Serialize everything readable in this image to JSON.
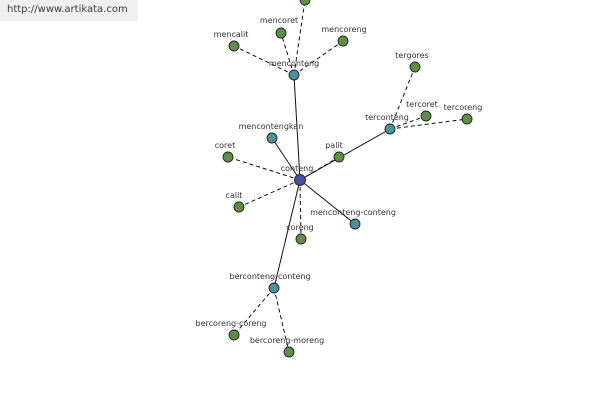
{
  "watermark": "http://www.artikata.com",
  "colors": {
    "root": "#4a4ea6",
    "derived": "#4f8f98",
    "synonym": "#5e8f45",
    "edge": "#111111"
  },
  "graph": {
    "nodes": [
      {
        "id": "conteng",
        "label": "conteng",
        "kind": "root"
      },
      {
        "id": "menconteng",
        "label": "menconteng",
        "kind": "derived"
      },
      {
        "id": "mencalit",
        "label": "mencalit",
        "kind": "synonym"
      },
      {
        "id": "mencoret",
        "label": "mencoret",
        "kind": "synonym"
      },
      {
        "id": "mencoreng",
        "label": "mencoreng",
        "kind": "synonym"
      },
      {
        "id": "unlabeled-top",
        "label": "",
        "kind": "synonym"
      },
      {
        "id": "terconteng",
        "label": "terconteng",
        "kind": "derived"
      },
      {
        "id": "tergores",
        "label": "tergores",
        "kind": "synonym"
      },
      {
        "id": "tercoret",
        "label": "tercoret",
        "kind": "synonym"
      },
      {
        "id": "tercoreng",
        "label": "tercoreng",
        "kind": "synonym"
      },
      {
        "id": "mencontengkan",
        "label": "mencontengkan",
        "kind": "derived"
      },
      {
        "id": "palit",
        "label": "palit",
        "kind": "synonym"
      },
      {
        "id": "coret",
        "label": "coret",
        "kind": "synonym"
      },
      {
        "id": "calit",
        "label": "calit",
        "kind": "synonym"
      },
      {
        "id": "coreng",
        "label": "coreng",
        "kind": "synonym"
      },
      {
        "id": "menconteng-conteng",
        "label": "menconteng-conteng",
        "kind": "derived"
      },
      {
        "id": "berconteng-conteng",
        "label": "berconteng-conteng",
        "kind": "derived"
      },
      {
        "id": "bercoreng-coreng",
        "label": "bercoreng-coreng",
        "kind": "synonym"
      },
      {
        "id": "bercoreng-moreng",
        "label": "bercoreng-moreng",
        "kind": "synonym"
      }
    ],
    "edges": [
      {
        "from": "conteng",
        "to": "menconteng",
        "style": "solid"
      },
      {
        "from": "conteng",
        "to": "terconteng",
        "style": "solid"
      },
      {
        "from": "conteng",
        "to": "mencontengkan",
        "style": "solid"
      },
      {
        "from": "conteng",
        "to": "menconteng-conteng",
        "style": "solid"
      },
      {
        "from": "conteng",
        "to": "berconteng-conteng",
        "style": "solid"
      },
      {
        "from": "conteng",
        "to": "palit",
        "style": "dashed"
      },
      {
        "from": "conteng",
        "to": "coret",
        "style": "dashed"
      },
      {
        "from": "conteng",
        "to": "calit",
        "style": "dashed"
      },
      {
        "from": "conteng",
        "to": "coreng",
        "style": "dashed"
      },
      {
        "from": "menconteng",
        "to": "mencalit",
        "style": "dashed"
      },
      {
        "from": "menconteng",
        "to": "mencoret",
        "style": "dashed"
      },
      {
        "from": "menconteng",
        "to": "mencoreng",
        "style": "dashed"
      },
      {
        "from": "menconteng",
        "to": "unlabeled-top",
        "style": "dashed"
      },
      {
        "from": "terconteng",
        "to": "tergores",
        "style": "dashed"
      },
      {
        "from": "terconteng",
        "to": "tercoret",
        "style": "dashed"
      },
      {
        "from": "terconteng",
        "to": "tercoreng",
        "style": "dashed"
      },
      {
        "from": "berconteng-conteng",
        "to": "bercoreng-coreng",
        "style": "dashed"
      },
      {
        "from": "berconteng-conteng",
        "to": "bercoreng-moreng",
        "style": "dashed"
      }
    ]
  }
}
